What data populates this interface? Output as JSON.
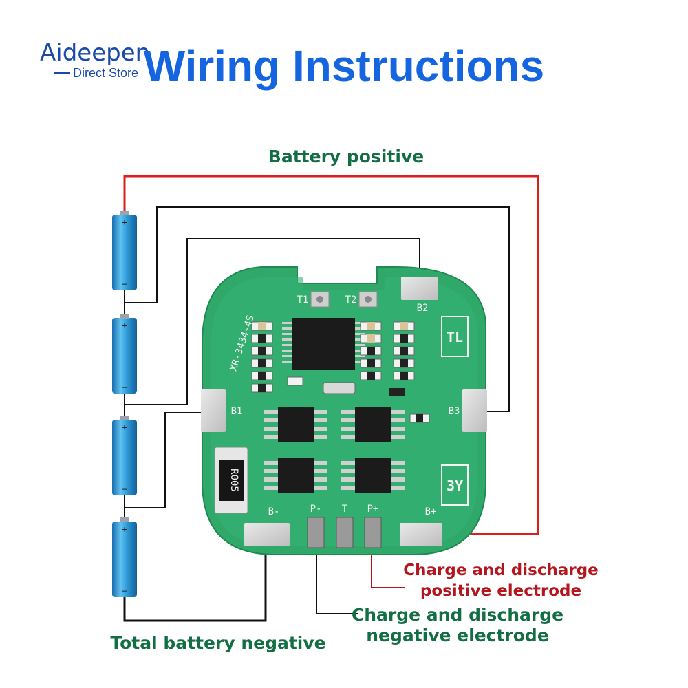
{
  "brand": {
    "name": "Aideepen",
    "tagline": "Direct Store"
  },
  "title": "Wiring Instructions",
  "labels": {
    "battery_positive": "Battery positive",
    "total_negative": "Total battery negative",
    "charge_positive_line1": "Charge and discharge",
    "charge_positive_line2": "positive electrode",
    "charge_negative_line1": "Charge and discharge",
    "charge_negative_line2": "negative electrode"
  },
  "board": {
    "model": "XR-3434-4S",
    "pads": {
      "b1": "B1",
      "b2": "B2",
      "b3": "B3",
      "bminus": "B-",
      "bplus": "B+",
      "pminus": "P-",
      "pplus": "P+",
      "t": "T",
      "t1": "T1",
      "t2": "T2"
    },
    "marks": {
      "tl": "TL",
      "y3": "3Y"
    },
    "resistor": "R005"
  },
  "cells": [
    {
      "plus": "+",
      "minus": "−"
    },
    {
      "plus": "+",
      "minus": "−"
    },
    {
      "plus": "+",
      "minus": "−"
    },
    {
      "plus": "+",
      "minus": "−"
    }
  ],
  "colors": {
    "title": "#1565e0",
    "green_label": "#146e44",
    "red_label": "#b3161c",
    "wire_red": "#d91e1e",
    "wire_black": "#111111",
    "pcb": "#2fa86a",
    "cell": "#2b8fd0"
  }
}
